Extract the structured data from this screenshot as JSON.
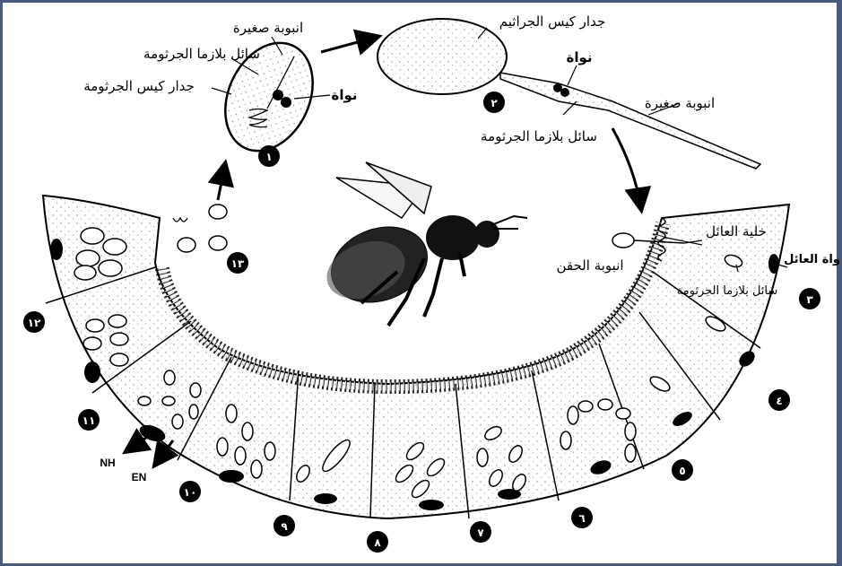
{
  "labels": {
    "small_tube_1": "انبوبة صغيرة",
    "germ_plasma_fluid_1": "سائل بلازما الجرثومة",
    "germ_sac_wall_1": "جدار كيس الجرثومة",
    "nucleus_1": "نواة",
    "spore_sac_wall": "جدار كيس الجراثيم",
    "nucleus_2": "نواة",
    "small_tube_2": "انبوبة صغيرة",
    "germ_plasma_fluid_2": "سائل بلازما الجرثومة",
    "host_cell": "خلية العائل",
    "injection_tube": "انبوبة الحقن",
    "host_nucleus": "نواة العائل",
    "germ_plasma_fluid_3": "سائل بلازما الجرثومة",
    "nh": "NH",
    "en": "EN"
  },
  "stages": [
    "١",
    "٢",
    "٣",
    "٤",
    "٥",
    "٦",
    "٧",
    "٨",
    "٩",
    "١٠",
    "١١",
    "١٢",
    "١٣"
  ],
  "colors": {
    "frame": "#4a5a7c",
    "ink": "#000000",
    "paper": "#ffffff"
  }
}
